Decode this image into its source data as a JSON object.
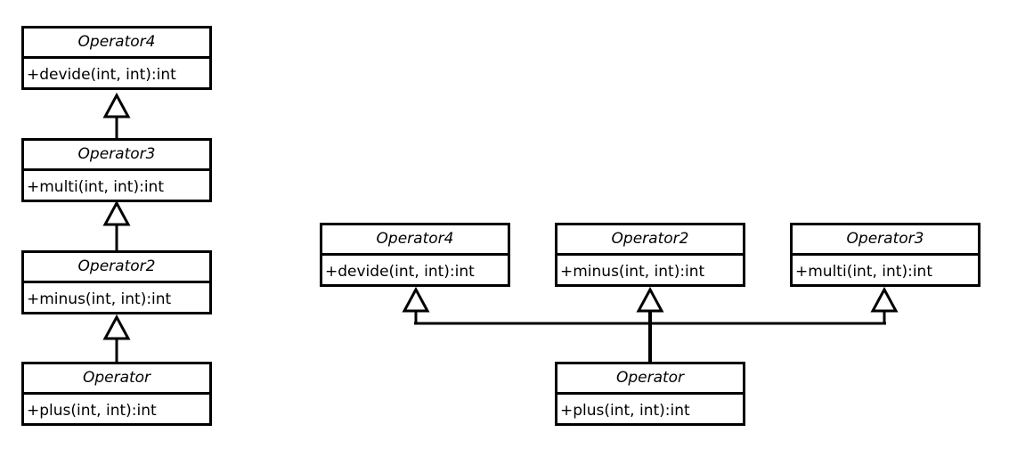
{
  "left_diagram": {
    "classes": [
      {
        "name": "Operator4",
        "operation": "+devide(int, int):int"
      },
      {
        "name": "Operator3",
        "operation": "+multi(int, int):int"
      },
      {
        "name": "Operator2",
        "operation": "+minus(int, int):int"
      },
      {
        "name": "Operator",
        "operation": "+plus(int, int):int"
      }
    ]
  },
  "right_diagram": {
    "parents": [
      {
        "name": "Operator4",
        "operation": "+devide(int, int):int"
      },
      {
        "name": "Operator2",
        "operation": "+minus(int, int):int"
      },
      {
        "name": "Operator3",
        "operation": "+multi(int, int):int"
      }
    ],
    "child": {
      "name": "Operator",
      "operation": "+plus(int, int):int"
    }
  },
  "line_color": "#000000"
}
